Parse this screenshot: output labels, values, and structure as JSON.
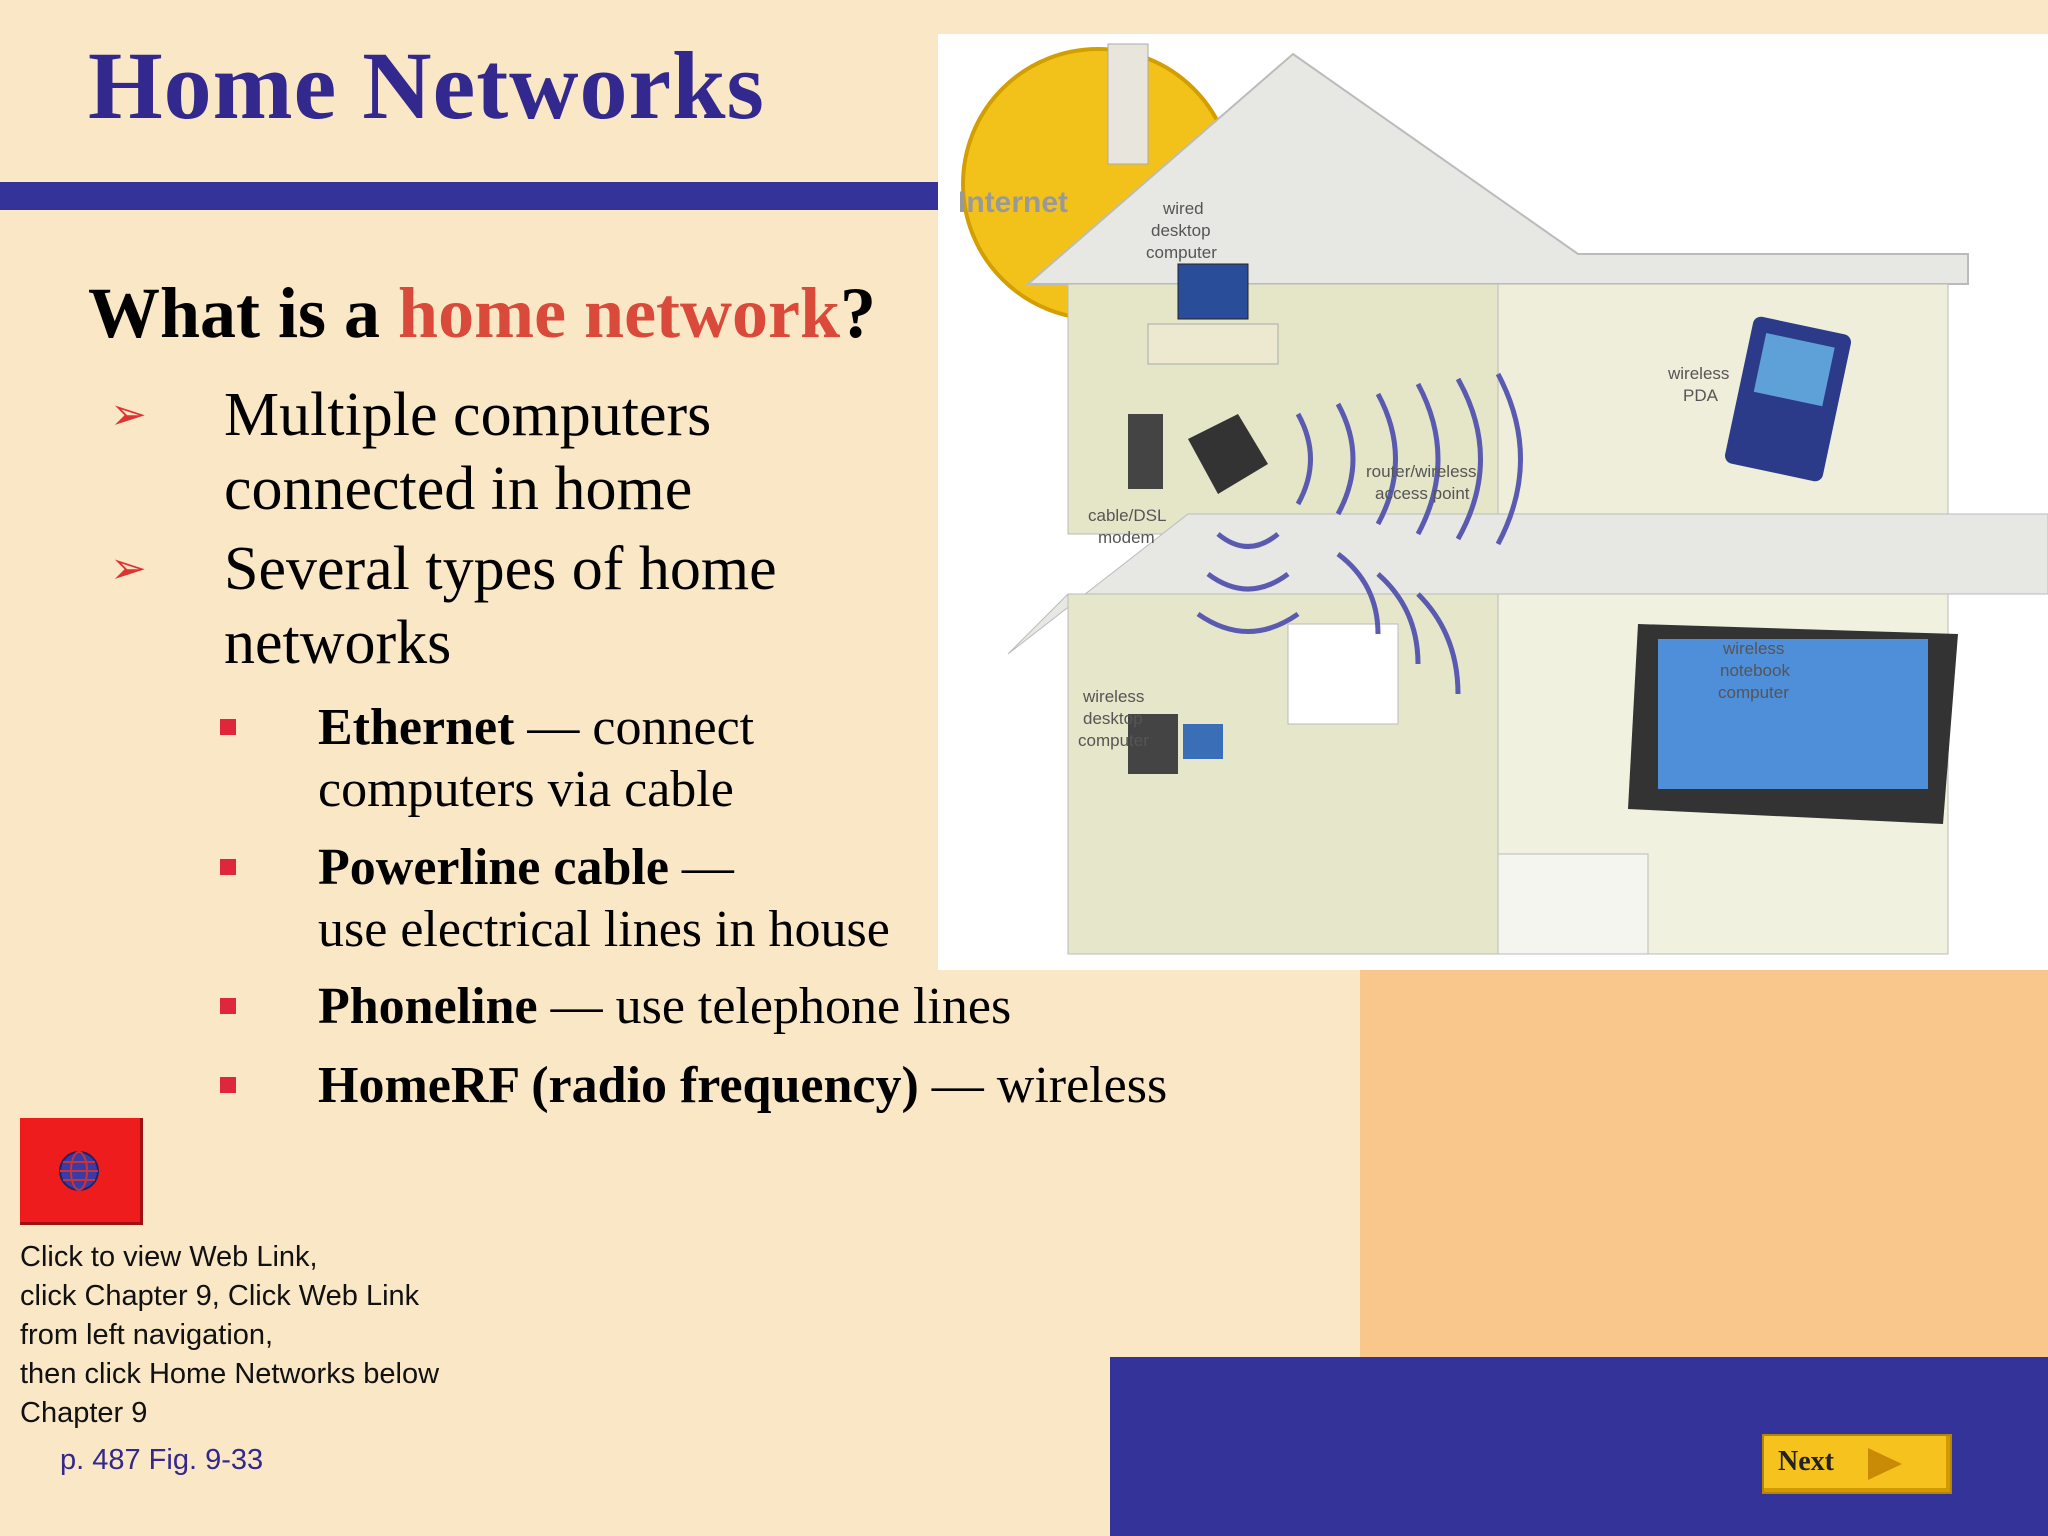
{
  "slide": {
    "title": "Home Networks",
    "question_prefix": "What is a ",
    "question_highlight": "home network",
    "question_suffix": "?",
    "bullets": [
      {
        "line1": "Multiple computers",
        "line2": "connected in home"
      },
      {
        "line1": "Several types of home",
        "line2": "networks"
      }
    ],
    "sub_bullets": [
      {
        "bold": "Ethernet",
        "rest_line1": " — connect",
        "line2": "computers via cable"
      },
      {
        "bold": "Powerline cable",
        "rest_line1": " —",
        "line2": "use electrical lines in house"
      },
      {
        "bold": "Phoneline",
        "rest_line1": " — use telephone lines",
        "line2": ""
      },
      {
        "bold": "HomeRF (radio frequency)",
        "rest_line1": " — wireless",
        "line2": ""
      }
    ],
    "web_link_note": [
      "Click to view Web Link,",
      "click Chapter 9, Click Web Link",
      "from left navigation,",
      "then click Home Networks below",
      "Chapter 9"
    ],
    "figure_ref": "p. 487 Fig. 9-33",
    "next_label": "Next",
    "web_link_icon": "globe-icon"
  },
  "illustration": {
    "labels": {
      "internet": "Internet",
      "wired_desktop": [
        "wired",
        "desktop",
        "computer"
      ],
      "wireless_pda": [
        "wireless",
        "PDA"
      ],
      "router": [
        "router/wireless",
        "access point"
      ],
      "modem": [
        "cable/DSL",
        "modem"
      ],
      "wireless_desktop": [
        "wireless",
        "desktop",
        "computer"
      ],
      "wireless_notebook": [
        "wireless",
        "notebook",
        "computer"
      ]
    }
  },
  "colors": {
    "background": "#f9e7c6",
    "title": "#33288e",
    "accent_blue": "#33339a",
    "highlight_red": "#d94a3a",
    "orange_panel": "#f9c68c",
    "button_red": "#ee1c1c",
    "next_yellow": "#f6c21e"
  }
}
